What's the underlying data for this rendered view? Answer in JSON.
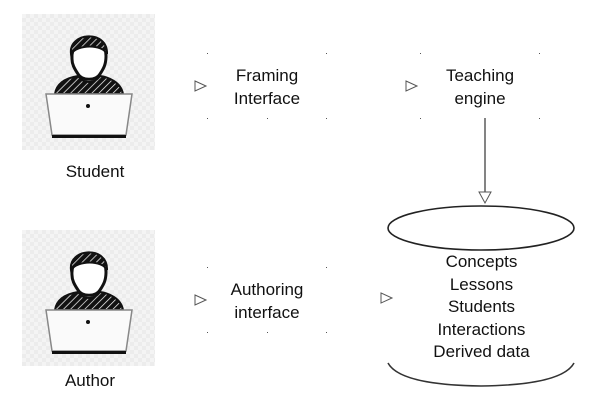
{
  "actors": [
    {
      "id": "student",
      "label": "Student",
      "icon": "user-at-laptop-icon"
    },
    {
      "id": "author",
      "label": "Author",
      "icon": "user-at-laptop-icon"
    }
  ],
  "nodes": {
    "framing": {
      "lines": [
        "Framing",
        "Interface"
      ]
    },
    "teaching": {
      "lines": [
        "Teaching",
        "engine"
      ]
    },
    "authoring": {
      "lines": [
        "Authoring",
        "interface"
      ]
    }
  },
  "database": {
    "shape": "cylinder",
    "items": [
      "Concepts",
      "Lessons",
      "Students",
      "Interactions",
      "Derived data"
    ]
  },
  "edges": [
    {
      "from": "student",
      "to": "framing"
    },
    {
      "from": "framing",
      "to": "teaching"
    },
    {
      "from": "teaching",
      "to": "database"
    },
    {
      "from": "author",
      "to": "authoring"
    },
    {
      "from": "authoring",
      "to": "database"
    }
  ]
}
